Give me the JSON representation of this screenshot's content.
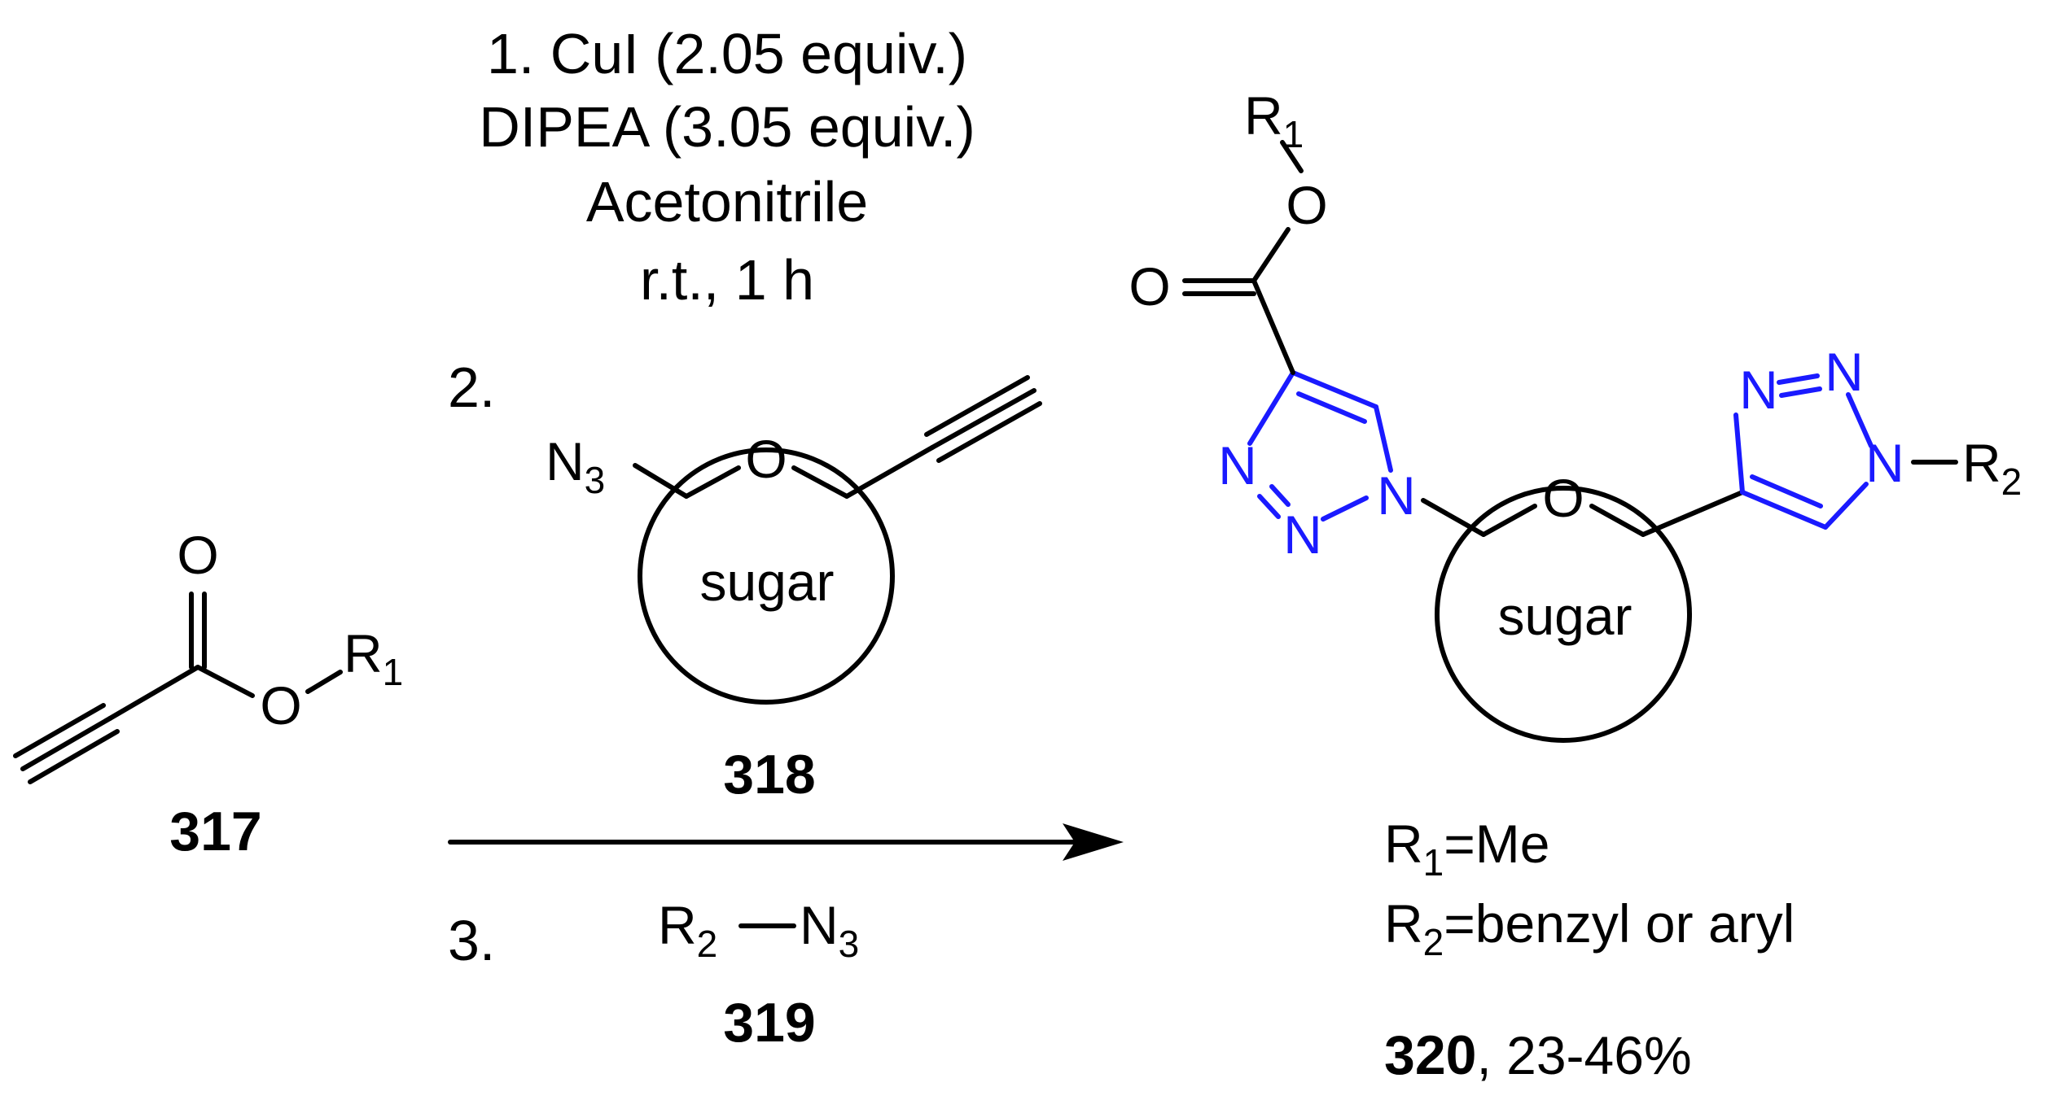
{
  "conditions": {
    "step1": {
      "line1": "1. CuI (2.05 equiv.)",
      "line2": "DIPEA (3.05 equiv.)",
      "line3": "Acetonitrile",
      "line4": "r.t., 1 h"
    },
    "step2": {
      "label": "2."
    },
    "step3": {
      "label": "3."
    }
  },
  "compounds": {
    "c317": {
      "number": "317",
      "atoms": {
        "O_carbonyl": "O",
        "O_ester": "O",
        "R": "R",
        "R_sub": "1"
      }
    },
    "c318": {
      "number": "318",
      "atoms": {
        "N": "N",
        "N_sub": "3",
        "O_ring": "O"
      },
      "ring_label": "sugar"
    },
    "c319": {
      "number": "319",
      "atoms": {
        "R": "R",
        "R_sub": "2",
        "N": "N",
        "N_sub": "3"
      }
    },
    "c320": {
      "number": "320",
      "yield": ", 23-46%",
      "atoms": {
        "R1": "R",
        "R1_sub": "1",
        "O_ester": "O",
        "O_carbonyl": "O",
        "O_ring": "O",
        "N_left_a": "N",
        "N_left_b": "N",
        "N_left_c": "N",
        "N_right_a": "N",
        "N_right_b": "N",
        "N_right_c": "N",
        "R2": "R",
        "R2_sub": "2"
      },
      "ring_label": "sugar",
      "definitions": {
        "r1": {
          "R": "R",
          "sub": "1",
          "text": "=Me"
        },
        "r2": {
          "R": "R",
          "sub": "2",
          "text": "=benzyl or aryl"
        }
      }
    }
  },
  "colors": {
    "triazole": "#1a1aff",
    "default": "#000000"
  }
}
